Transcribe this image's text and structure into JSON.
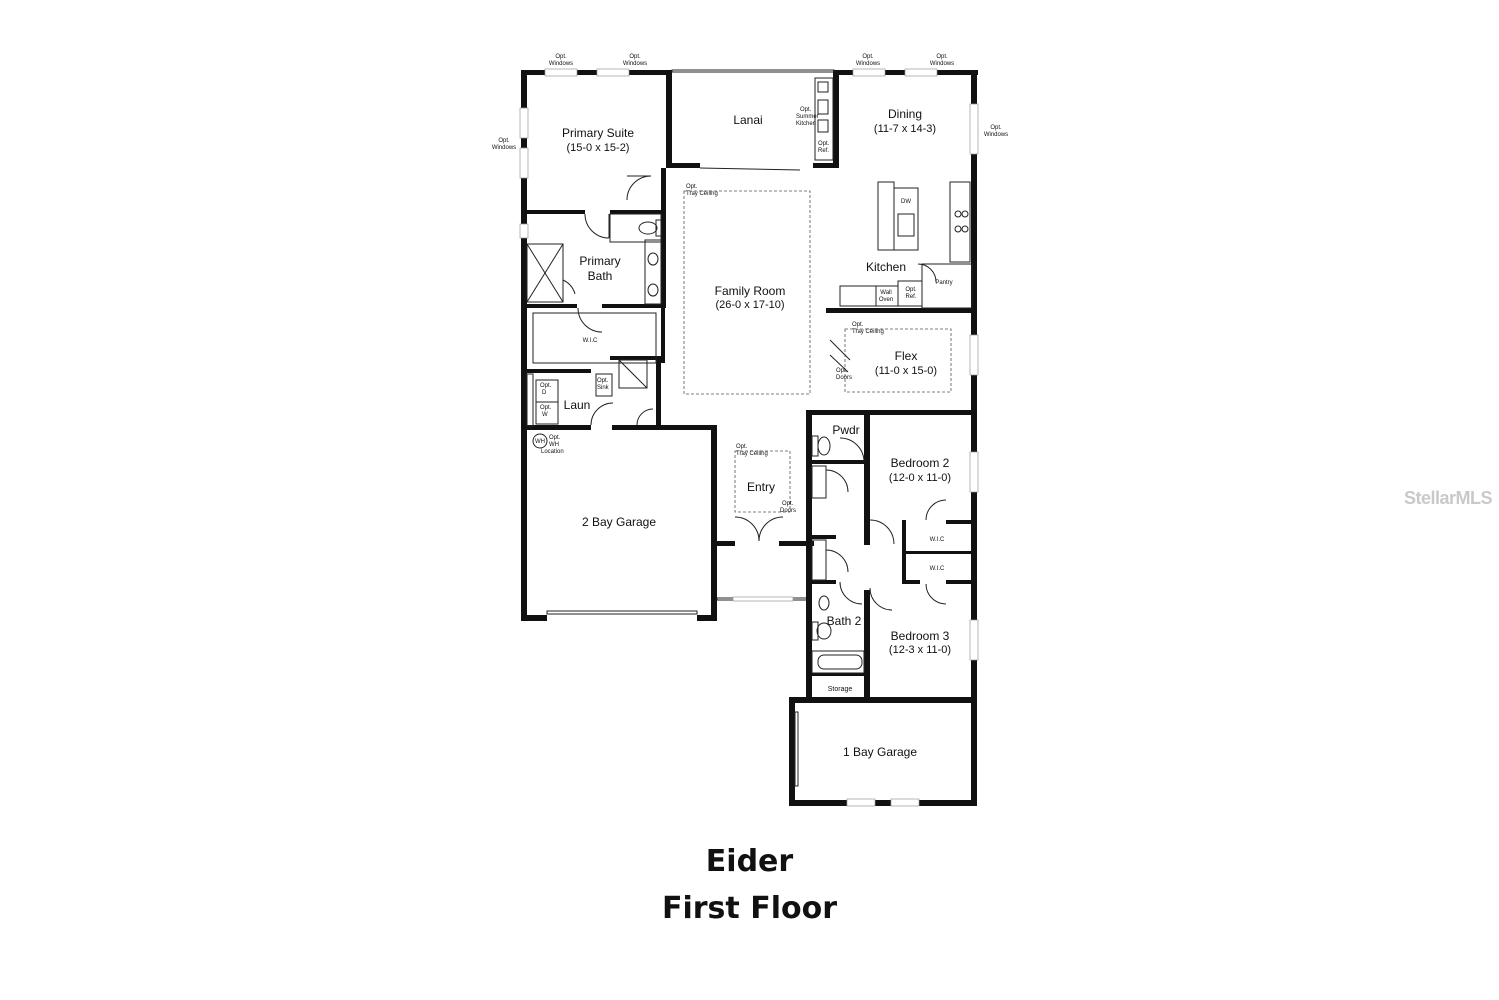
{
  "plan": {
    "name": "Eider",
    "floor": "First Floor",
    "watermark": "StellarMLS",
    "rooms": {
      "primary_suite": {
        "name": "Primary Suite",
        "dims": "(15-0 x 15-2)"
      },
      "lanai": {
        "name": "Lanai"
      },
      "dining": {
        "name": "Dining",
        "dims": "(11-7 x 14-3)"
      },
      "kitchen": {
        "name": "Kitchen"
      },
      "family_room": {
        "name": "Family Room",
        "dims": "(26-0 x 17-10)"
      },
      "primary_bath": {
        "name_line1": "Primary",
        "name_line2": "Bath"
      },
      "flex": {
        "name": "Flex",
        "dims": "(11-0 x 15-0)"
      },
      "laundry": {
        "name": "Laun"
      },
      "pwdr": {
        "name": "Pwdr"
      },
      "bedroom2": {
        "name": "Bedroom 2",
        "dims": "(12-0 x 11-0)"
      },
      "entry": {
        "name": "Entry"
      },
      "garage2": {
        "name": "2 Bay Garage"
      },
      "bath2": {
        "name": "Bath 2"
      },
      "bedroom3": {
        "name": "Bedroom 3",
        "dims": "(12-3 x 11-0)"
      },
      "storage": {
        "name": "Storage"
      },
      "garage1": {
        "name": "1 Bay Garage"
      }
    },
    "notes": {
      "opt": "Opt.",
      "windows": "Windows",
      "tray_ceiling": "Tray Ceiling",
      "summer": "Summer",
      "kitchen": "Kitchen",
      "ref": "Ref.",
      "dw": "DW",
      "wall": "Wall",
      "oven": "Oven",
      "pantry": "Pantry",
      "doors": "Doors",
      "wic": "W.I.C",
      "d": "D",
      "w": "W",
      "sink": "Sink",
      "wh": "WH",
      "wh_location": "WH",
      "location": "Location",
      "typ": "Opt."
    }
  }
}
